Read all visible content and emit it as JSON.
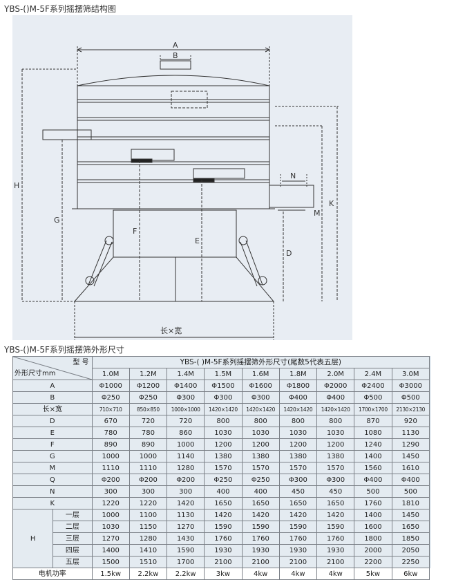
{
  "headings": {
    "structure": "YBS-()M-5F系列摇摆筛结构图",
    "dimensions": "YBS-()M-5F系列摇摆筛外形尺寸"
  },
  "drawing": {
    "labels": {
      "A": "A",
      "B": "B",
      "H": "H",
      "G": "G",
      "F": "F",
      "E": "E",
      "D": "D",
      "M": "M",
      "K": "K",
      "N": "N",
      "base": "长×宽"
    }
  },
  "table": {
    "header": {
      "model_label": "型 号",
      "dims_label": "外形尺寸mm",
      "series_title": "YBS-(  )M-5F系列摇摆筛外形尺寸(尾数5代表五层)"
    },
    "models": [
      "1.0M",
      "1.2M",
      "1.4M",
      "1.5M",
      "1.6M",
      "1.8M",
      "2.0M",
      "2.4M",
      "3.0M"
    ],
    "rows": [
      {
        "label": "A",
        "values": [
          "Φ1000",
          "Φ1200",
          "Φ1400",
          "Φ1500",
          "Φ1600",
          "Φ1800",
          "Φ2000",
          "Φ2400",
          "Φ3000"
        ]
      },
      {
        "label": "B",
        "values": [
          "Φ250",
          "Φ250",
          "Φ300",
          "Φ300",
          "Φ300",
          "Φ400",
          "Φ400",
          "Φ500",
          "Φ500"
        ]
      },
      {
        "label": "长×宽",
        "small": true,
        "values": [
          "710×710",
          "850×850",
          "1000×1000",
          "1420×1420",
          "1420×1420",
          "1420×1420",
          "1420×1420",
          "1700×1700",
          "2130×2130"
        ]
      },
      {
        "label": "D",
        "values": [
          "670",
          "720",
          "720",
          "800",
          "800",
          "800",
          "800",
          "870",
          "920"
        ]
      },
      {
        "label": "E",
        "values": [
          "780",
          "780",
          "860",
          "1030",
          "1030",
          "1030",
          "1030",
          "1080",
          "1130"
        ]
      },
      {
        "label": "F",
        "values": [
          "890",
          "890",
          "1000",
          "1200",
          "1200",
          "1200",
          "1200",
          "1240",
          "1290"
        ]
      },
      {
        "label": "G",
        "values": [
          "1000",
          "1000",
          "1140",
          "1380",
          "1380",
          "1380",
          "1380",
          "1400",
          "1450"
        ]
      },
      {
        "label": "M",
        "values": [
          "1110",
          "1110",
          "1280",
          "1570",
          "1570",
          "1570",
          "1570",
          "1560",
          "1610"
        ]
      },
      {
        "label": "Q",
        "values": [
          "Φ200",
          "Φ200",
          "Φ200",
          "Φ250",
          "Φ250",
          "Φ300",
          "Φ300",
          "Φ400",
          "Φ400"
        ]
      },
      {
        "label": "N",
        "values": [
          "300",
          "300",
          "300",
          "400",
          "400",
          "450",
          "450",
          "500",
          "500"
        ]
      },
      {
        "label": "K",
        "values": [
          "1220",
          "1220",
          "1420",
          "1650",
          "1650",
          "1650",
          "1650",
          "1760",
          "1810"
        ]
      }
    ],
    "h_label": "H",
    "h_rows": [
      {
        "label": "一层",
        "values": [
          "1000",
          "1100",
          "1130",
          "1420",
          "1420",
          "1420",
          "1420",
          "1400",
          "1450"
        ]
      },
      {
        "label": "二层",
        "values": [
          "1030",
          "1150",
          "1270",
          "1590",
          "1590",
          "1590",
          "1590",
          "1600",
          "1650"
        ]
      },
      {
        "label": "三层",
        "values": [
          "1270",
          "1280",
          "1430",
          "1760",
          "1760",
          "1760",
          "1760",
          "1800",
          "1850"
        ]
      },
      {
        "label": "四层",
        "values": [
          "1400",
          "1410",
          "1590",
          "1930",
          "1930",
          "1930",
          "1930",
          "2000",
          "2050"
        ]
      },
      {
        "label": "五层",
        "values": [
          "1500",
          "1510",
          "1700",
          "2100",
          "2100",
          "2100",
          "2100",
          "2200",
          "2250"
        ]
      }
    ],
    "power": {
      "label": "电机功率",
      "values": [
        "1.5kw",
        "2.2kw",
        "2.2kw",
        "3kw",
        "4kw",
        "4kw",
        "4kw",
        "5kw",
        "6kw"
      ]
    }
  }
}
